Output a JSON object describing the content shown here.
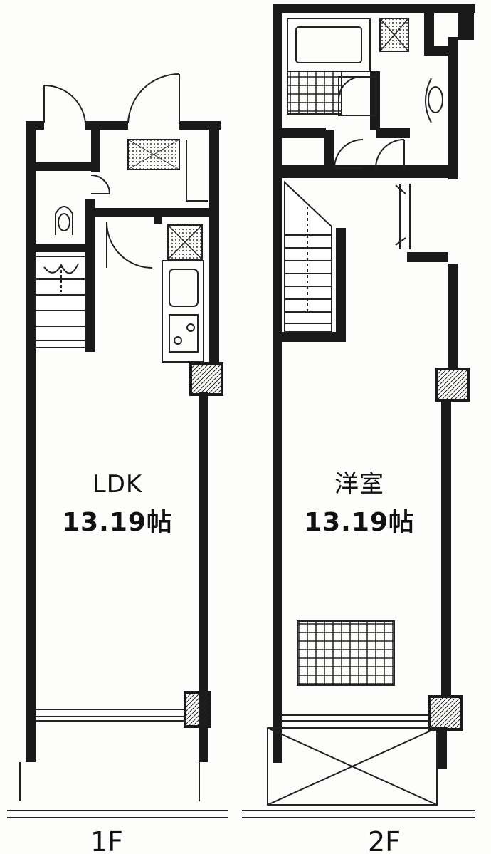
{
  "floors": [
    {
      "floor_label": "1F",
      "room": {
        "name": "LDK",
        "size": "13.19帖"
      }
    },
    {
      "floor_label": "2F",
      "room": {
        "name": "洋室",
        "size": "13.19帖"
      }
    }
  ],
  "colors": {
    "wall": "#1a1a1a",
    "line": "#222222",
    "paper": "#fdfdfb"
  }
}
